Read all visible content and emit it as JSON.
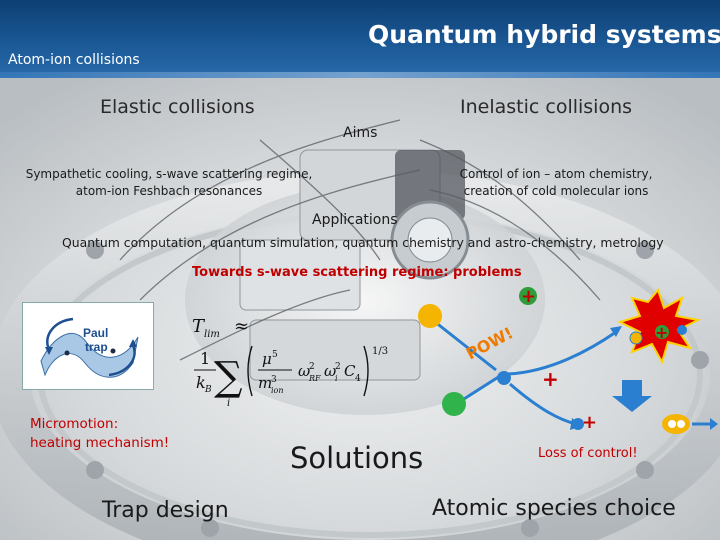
{
  "header": {
    "title": "Quantum hybrid systems",
    "subtitle": "Atom-ion collisions"
  },
  "sections": {
    "elastic": "Elastic collisions",
    "inelastic": "Inelastic collisions",
    "aims": "Aims",
    "elastic_aims_line1": "Sympathetic cooling, s-wave scattering regime,",
    "elastic_aims_line2": "atom-ion Feshbach resonances",
    "inelastic_aims_line1": "Control of ion – atom chemistry,",
    "inelastic_aims_line2": "creation of cold molecular ions",
    "applications": "Applications",
    "applications_list": "Quantum computation, quantum simulation, quantum chemistry and astro-chemistry, metrology",
    "problems": "Towards s-wave scattering regime: problems"
  },
  "paul_trap": {
    "label_line1": "Paul",
    "label_line2": "trap"
  },
  "formula": {
    "lhs": "T",
    "lhs_sub": "lim",
    "approx": "≈",
    "frac_num": "1",
    "frac_den": "k",
    "frac_den_sub": "B",
    "sum": "∑",
    "sum_sub": "i",
    "exponent": "1/3"
  },
  "pow_label": "POW!",
  "micromotion_line1": "Micromotion:",
  "micromotion_line2": "heating mechanism!",
  "solutions": "Solutions",
  "loss_of_control": "Loss of control!",
  "trap_design": "Trap design",
  "atomic_species": "Atomic species choice",
  "colors": {
    "header": "#1c5a98",
    "red": "#c00000",
    "ion_plus": "#2e9d3a",
    "atom_yellow": "#f5b400",
    "atom_green": "#2fb34a",
    "arrow_blue": "#2a7fd0"
  },
  "icons": {
    "plus": "+",
    "arrow_down": "down-arrow-icon",
    "arrow_right": "right-arrow-icon"
  }
}
